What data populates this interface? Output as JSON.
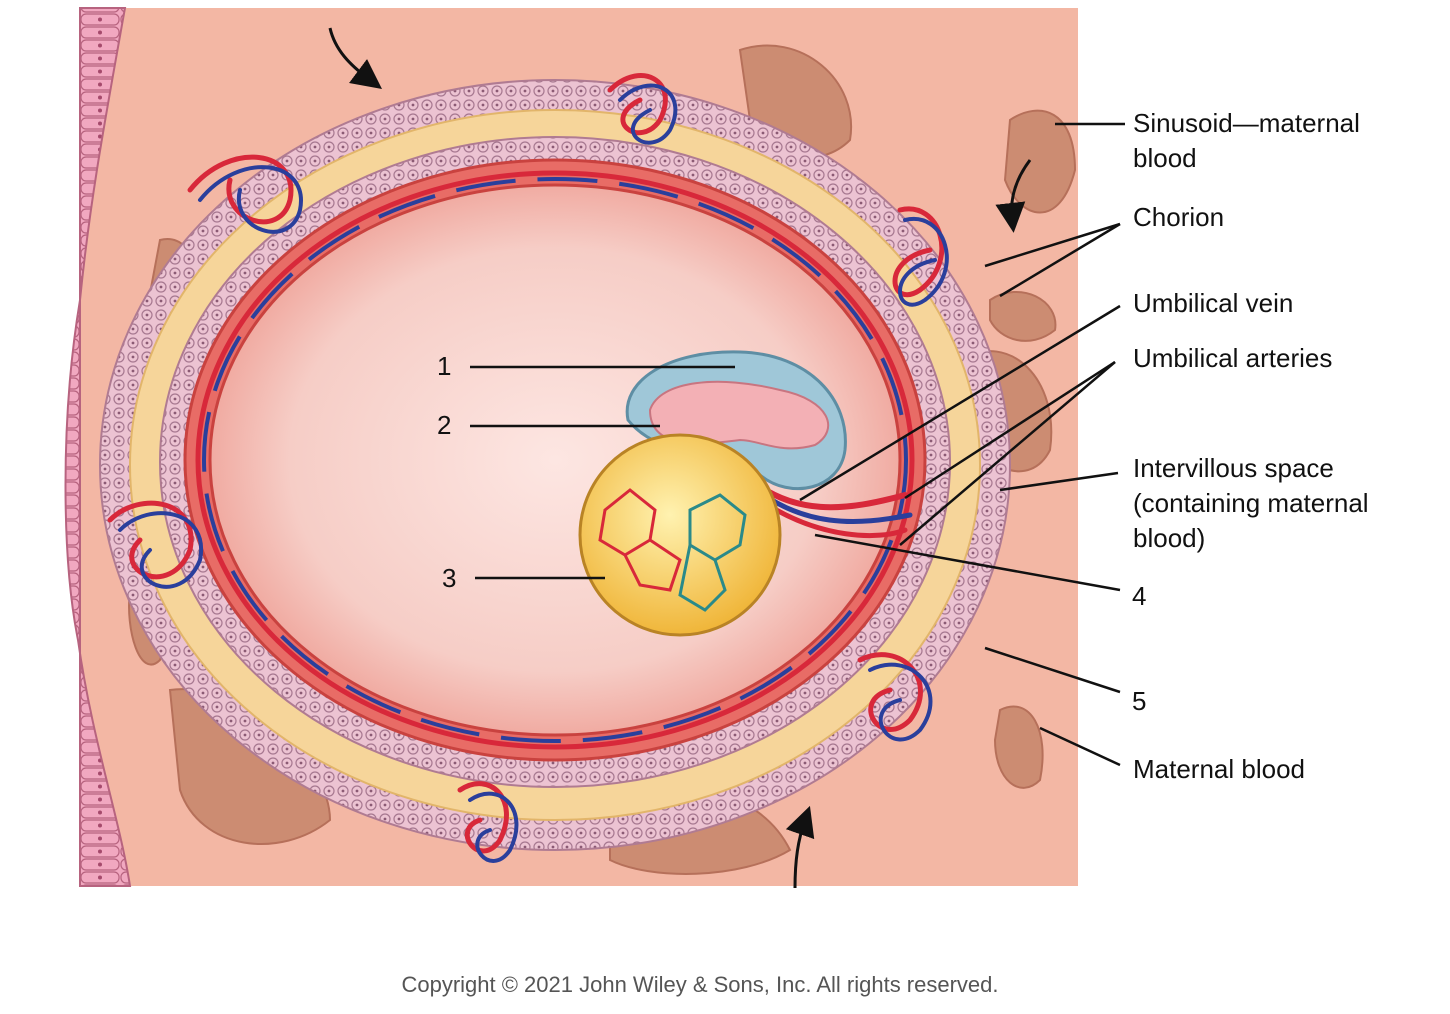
{
  "labels": {
    "sinusoid_line1": "Sinusoid—maternal",
    "sinusoid_line2": "blood",
    "chorion": "Chorion",
    "umbilical_vein": "Umbilical vein",
    "umbilical_arteries": "Umbilical arteries",
    "intervillous_line1": "Intervillous space",
    "intervillous_line2": "(containing maternal",
    "intervillous_line3": "blood)",
    "maternal_blood": "Maternal blood"
  },
  "numbers": {
    "n1": "1",
    "n2": "2",
    "n3": "3",
    "n4": "4",
    "n5": "5"
  },
  "copyright": "Copyright © 2021 John Wiley & Sons, Inc. All rights reserved.",
  "colors": {
    "tissue": "#f3b7a4",
    "trophoblast": "#e9b8c8",
    "chorion": "#f6d59a",
    "cavity": "#f5cbc6",
    "artery": "#d8283a",
    "vein": "#2a3f9c",
    "lacuna": "#cc8c72",
    "epithelium": "#ee9fb8",
    "amnion": "#9fc7d8",
    "yolk_sac": "#f2c84a"
  }
}
